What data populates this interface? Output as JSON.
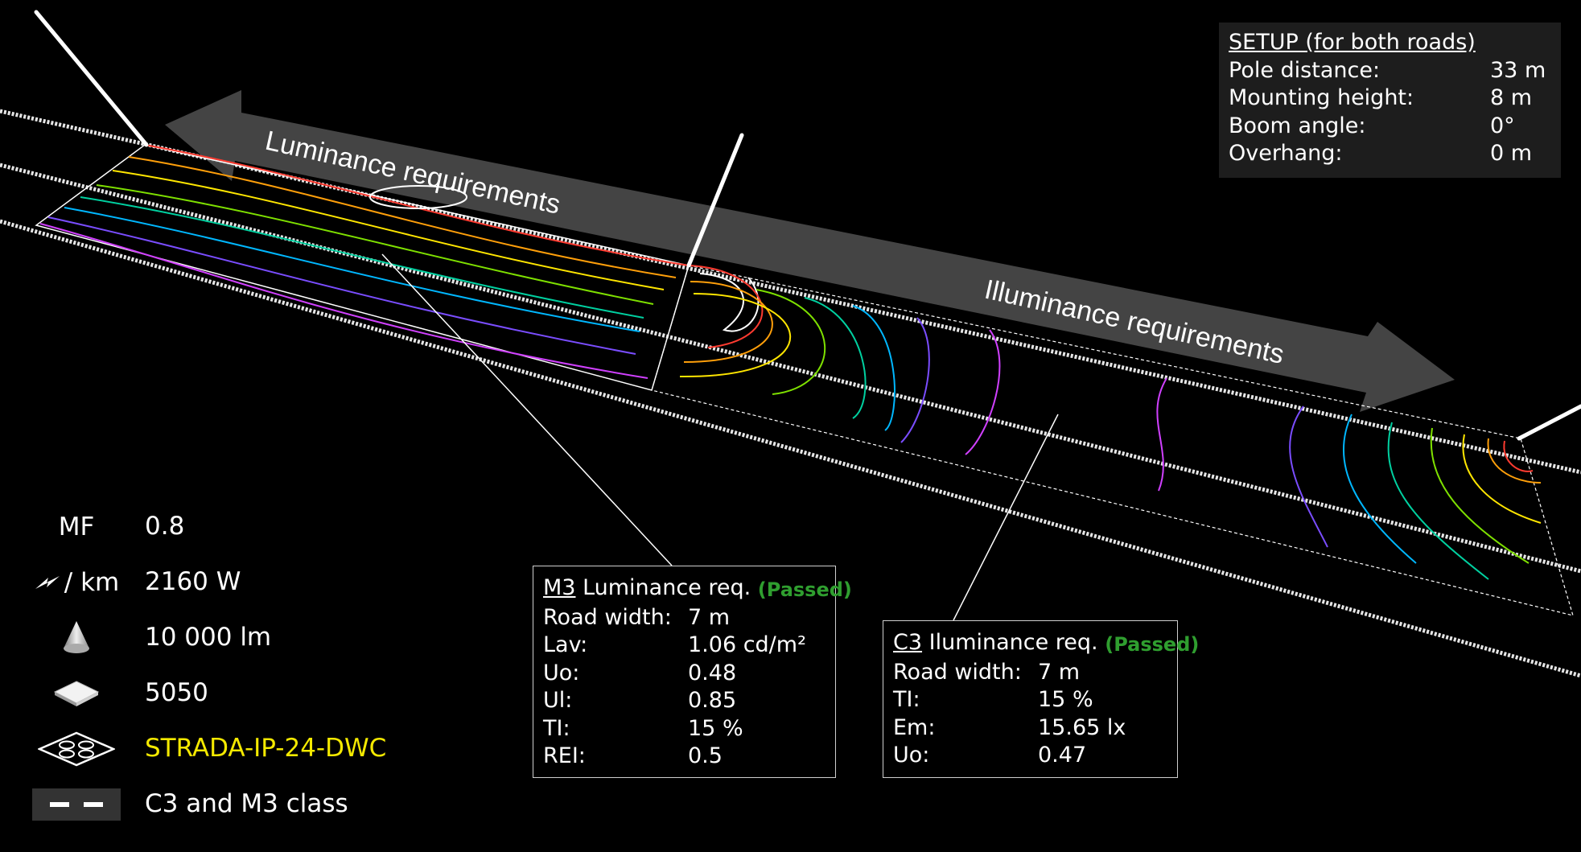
{
  "arrows": {
    "luminance": "Luminance requirements",
    "illuminance": "Illuminance requirements"
  },
  "setup": {
    "title": "SETUP (for both roads)",
    "rows": [
      {
        "label": "Pole distance:",
        "value": "33 m"
      },
      {
        "label": "Mounting height:",
        "value": "8 m"
      },
      {
        "label": "Boom angle:",
        "value": "0°"
      },
      {
        "label": "Overhang:",
        "value": "0 m"
      }
    ]
  },
  "m3_box": {
    "class_code": "M3",
    "title_rest": " Luminance req. ",
    "status": "(Passed)",
    "rows": [
      {
        "label": "Road width:",
        "value": "7 m"
      },
      {
        "label": "Lav:",
        "value": "1.06 cd/m²"
      },
      {
        "label": "Uo:",
        "value": "0.48"
      },
      {
        "label": "Ul:",
        "value": "0.85"
      },
      {
        "label": "TI:",
        "value": "15 %"
      },
      {
        "label": "REI:",
        "value": "0.5"
      }
    ]
  },
  "c3_box": {
    "class_code": "C3",
    "title_rest": " Iluminance req. ",
    "status": "(Passed)",
    "rows": [
      {
        "label": "Road width:",
        "value": "7 m"
      },
      {
        "label": "TI:",
        "value": "15 %"
      },
      {
        "label": "Em:",
        "value": "15.65 lx"
      },
      {
        "label": "Uo:",
        "value": "0.47"
      }
    ]
  },
  "legend": [
    {
      "icon": "maintenance-factor-label",
      "icon_text": "MF",
      "value": "0.8"
    },
    {
      "icon": "power-per-km-icon",
      "icon_text": "/ km",
      "value": "2160 W"
    },
    {
      "icon": "luminous-flux-cone-icon",
      "icon_text": "",
      "value": "10 000 lm"
    },
    {
      "icon": "led-chip-icon",
      "icon_text": "",
      "value": "5050"
    },
    {
      "icon": "luminaire-icon",
      "icon_text": "",
      "value": "STRADA-IP-24-DWC",
      "color": "#f4e900"
    },
    {
      "icon": "road-marking-icon",
      "icon_text": "",
      "value": "C3 and M3 class"
    }
  ],
  "colors": {
    "background": "#000000",
    "passed": "#2f9e2f",
    "product": "#f4e900",
    "arrow": "#4a4a4a"
  }
}
